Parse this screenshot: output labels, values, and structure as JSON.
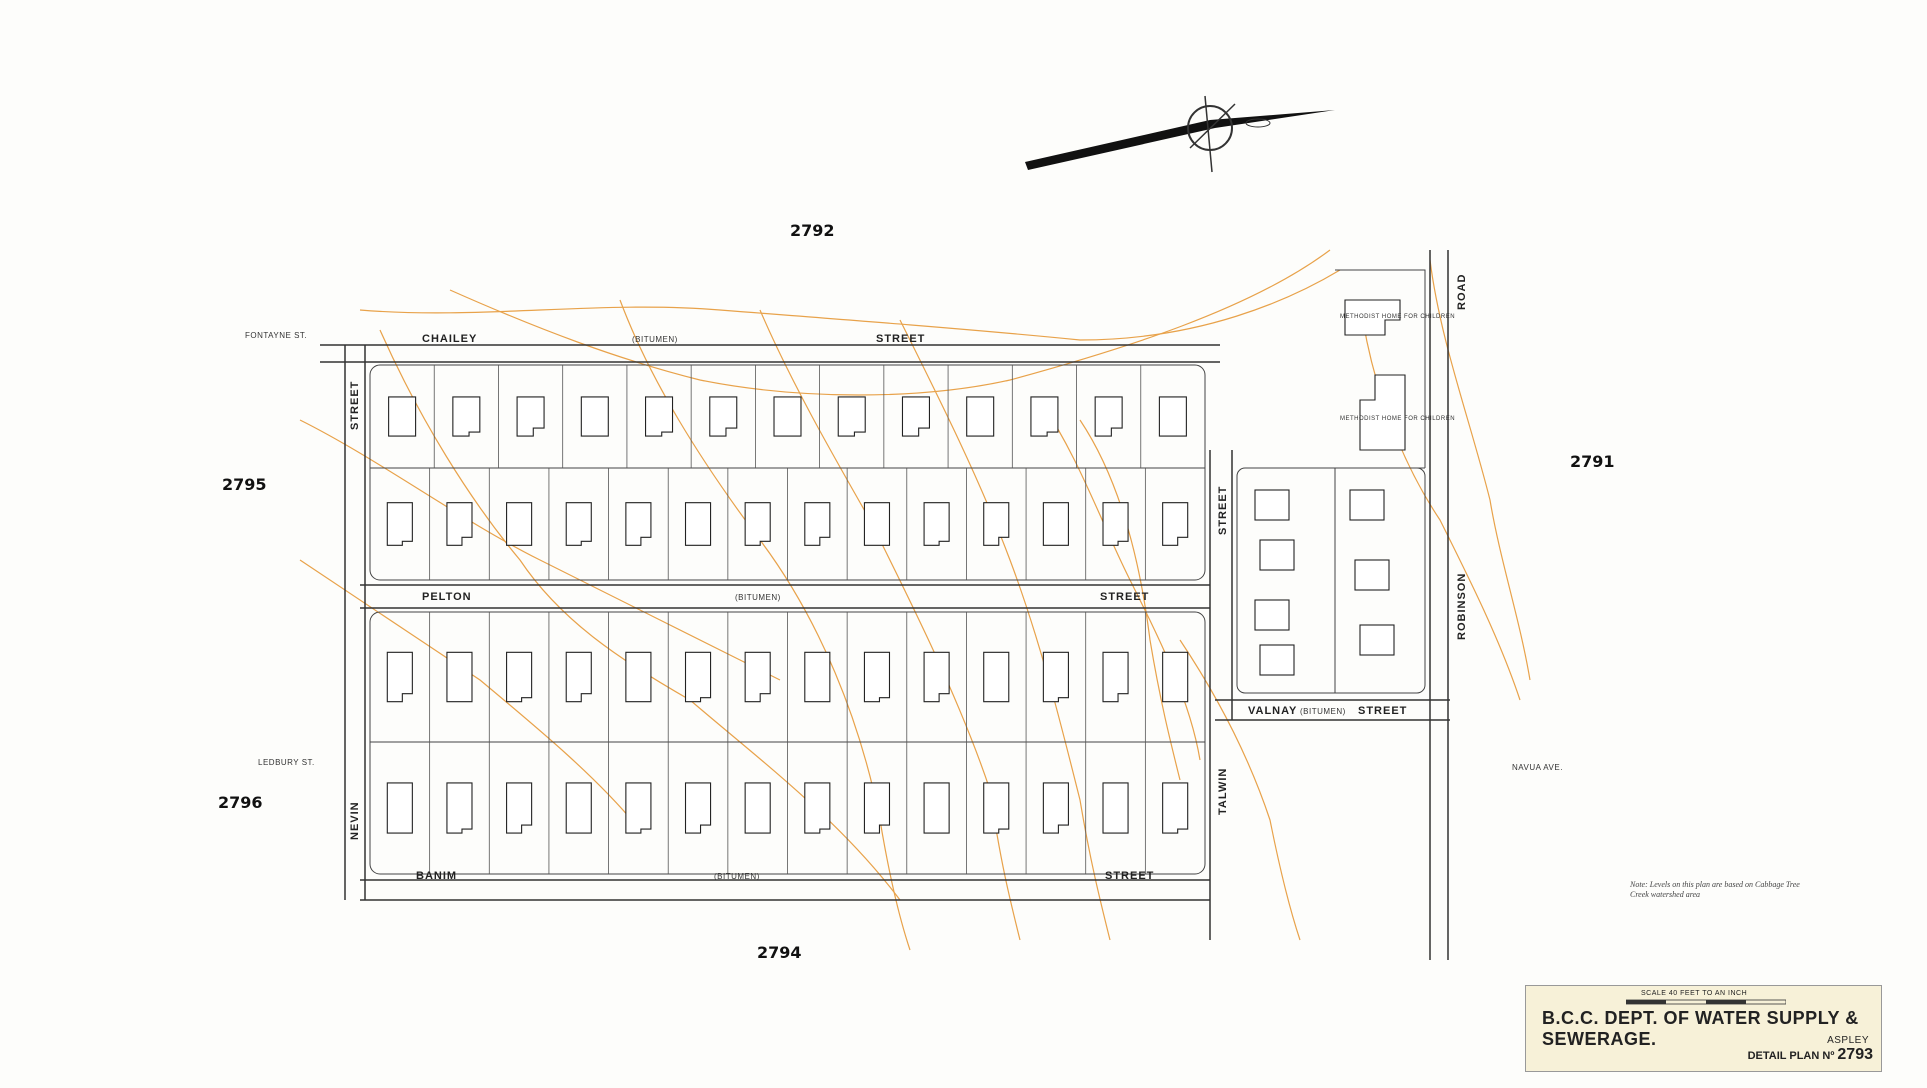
{
  "plan_numbers": {
    "north": "2792",
    "east": "2791",
    "west_upper": "2795",
    "west_lower": "2796",
    "south": "2794"
  },
  "streets": {
    "fontayne": "FONTAYNE ST.",
    "chailey_left": "CHAILEY",
    "chailey_mid": "(BITUMEN)",
    "chailey_right": "STREET",
    "pelton_left": "PELTON",
    "pelton_mid": "(BITUMEN)",
    "pelton_right": "STREET",
    "banim_left": "BANIM",
    "banim_mid": "(BITUMEN)",
    "banim_right": "STREET",
    "valnay_left": "VALNAY",
    "valnay_mid": "(BITUMEN)",
    "valnay_right": "STREET",
    "nevin_upper": "STREET",
    "nevin_lower": "NEVIN",
    "talwin_upper": "STREET",
    "talwin_lower": "TALWIN",
    "road": "ROAD",
    "robinson": "ROBINSON",
    "ledbury": "LEDBURY ST.",
    "navua": "NAVUA AVE."
  },
  "buildings_text": {
    "home_1": "METHODIST HOME FOR CHILDREN",
    "home_2": "METHODIST HOME FOR CHILDREN"
  },
  "note": "Note: Levels on this plan are based on Cabbage Tree Creek watershed area",
  "title_block": {
    "scale": "SCALE 40 FEET TO AN INCH",
    "title": "B.C.C. DEPT. OF WATER SUPPLY & SEWERAGE.",
    "suburb": "ASPLEY",
    "detail_label": "DETAIL PLAN Nº",
    "detail_number": "2793"
  },
  "colors": {
    "contour": "#e8a24a",
    "linework": "#333333",
    "paper": "#fdfdfb",
    "title_block": "#f7f1d8"
  }
}
